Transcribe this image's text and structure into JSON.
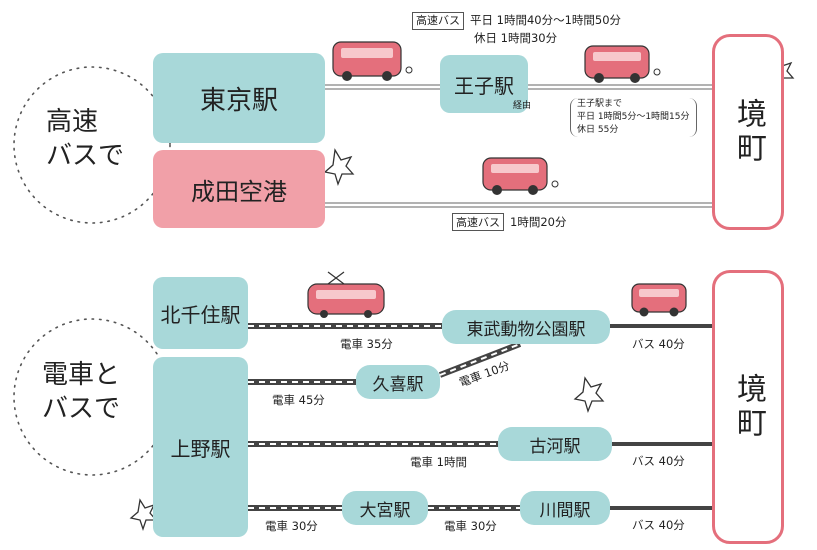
{
  "upper": {
    "circle_label": [
      "高速",
      "バスで"
    ],
    "stations": {
      "tokyo": "東京駅",
      "narita": "成田空港",
      "oji": "王子駅",
      "oji_sub": "経由"
    },
    "destination": "境町",
    "bus_tag": "高速バス",
    "tokyo_times": {
      "weekday": "平日 1時間40分～1時間50分",
      "holiday": "休日 1時間30分"
    },
    "oji_note": {
      "title": "王子駅まで",
      "weekday": "平日 1時間5分～1時間15分",
      "holiday": "休日 55分"
    },
    "narita_time": "1時間20分"
  },
  "lower": {
    "circle_label": [
      "電車と",
      "バスで"
    ],
    "stations": {
      "kitasenju": "北千住駅",
      "ueno": "上野駅",
      "tobu": "東武動物公園駅",
      "kuki": "久喜駅",
      "koga": "古河駅",
      "omiya": "大宮駅",
      "kawama": "川間駅"
    },
    "destination": "境町",
    "times": {
      "kitasenju_tobu": "電車 35分",
      "ueno_kuki": "電車 45分",
      "kuki_tobu": "電車 10分",
      "ueno_koga": "電車 1時間",
      "ueno_omiya": "電車 30分",
      "omiya_kawama": "電車 30分",
      "tobu_bus": "バス 40分",
      "koga_bus": "バス 40分",
      "kawama_bus": "バス 40分"
    }
  },
  "colors": {
    "teal": "#a8d8d9",
    "pink": "#f1a0a8",
    "accent": "#e46f7c",
    "rail": "#444444"
  }
}
